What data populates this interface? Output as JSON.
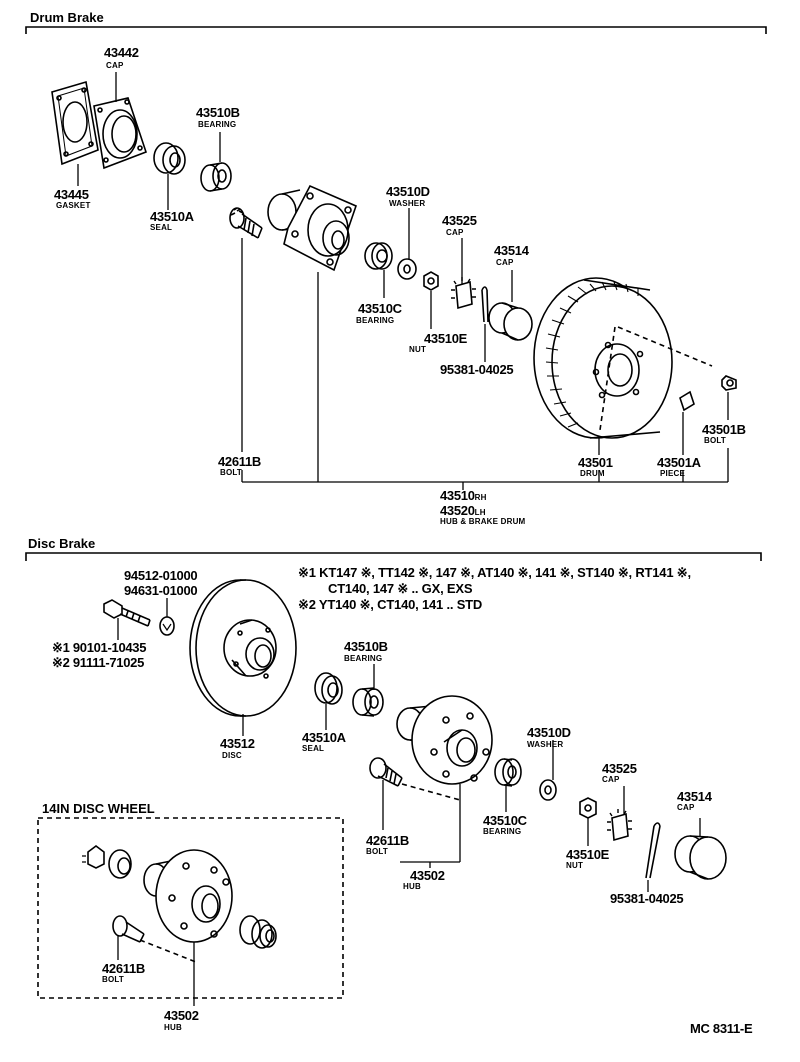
{
  "sections": {
    "drum": "Drum Brake",
    "disc": "Disc Brake",
    "wheel": "14IN DISC WHEEL"
  },
  "drum": {
    "cap_43442": {
      "num": "43442",
      "name": "CAP"
    },
    "gasket": {
      "num": "43445",
      "name": "GASKET"
    },
    "seal": {
      "num": "43510A",
      "name": "SEAL"
    },
    "bearing_b": {
      "num": "43510B",
      "name": "BEARING"
    },
    "washer": {
      "num": "43510D",
      "name": "WASHER"
    },
    "cap_43525": {
      "num": "43525",
      "name": "CAP"
    },
    "cap_43514": {
      "num": "43514",
      "name": "CAP"
    },
    "bearing_c": {
      "num": "43510C",
      "name": "BEARING"
    },
    "nut": {
      "num": "43510E",
      "name": "NUT"
    },
    "pin": {
      "num": "95381-04025"
    },
    "bolt_43501b": {
      "num": "43501B",
      "name": "BOLT"
    },
    "bolt_42611b": {
      "num": "42611B",
      "name": "BOLT"
    },
    "drum": {
      "num": "43501",
      "name": "DRUM"
    },
    "piece": {
      "num": "43501A",
      "name": "PIECE"
    },
    "hub_drum": {
      "num1": "43510",
      "sub1": "RH",
      "num2": "43520",
      "sub2": "LH",
      "name": "HUB & BRAKE DRUM"
    }
  },
  "disc": {
    "note1": "※1 KT147 ※, TT142 ※, 147 ※, AT140 ※, 141 ※, ST140 ※, RT141 ※,",
    "note1b": "CT140, 147 ※ .. GX, EXS",
    "note2": "※2 YT140 ※, CT140, 141 .. STD",
    "washer_nums": {
      "a": "94512-01000",
      "b": "94631-01000"
    },
    "bolt_nums": {
      "a": "※1  90101-10435",
      "b": "※2  91111-71025"
    },
    "disc": {
      "num": "43512",
      "name": "DISC"
    },
    "bearing_b": {
      "num": "43510B",
      "name": "BEARING"
    },
    "seal": {
      "num": "43510A",
      "name": "SEAL"
    },
    "bolt": {
      "num": "42611B",
      "name": "BOLT"
    },
    "hub": {
      "num": "43502",
      "name": "HUB"
    },
    "bearing_c": {
      "num": "43510C",
      "name": "BEARING"
    },
    "washer": {
      "num": "43510D",
      "name": "WASHER"
    },
    "cap_43525": {
      "num": "43525",
      "name": "CAP"
    },
    "cap_43514": {
      "num": "43514",
      "name": "CAP"
    },
    "nut": {
      "num": "43510E",
      "name": "NUT"
    },
    "pin": {
      "num": "95381-04025"
    }
  },
  "wheel": {
    "bolt": {
      "num": "42611B",
      "name": "BOLT"
    },
    "hub": {
      "num": "43502",
      "name": "HUB"
    }
  },
  "code": "MC 8311-E"
}
